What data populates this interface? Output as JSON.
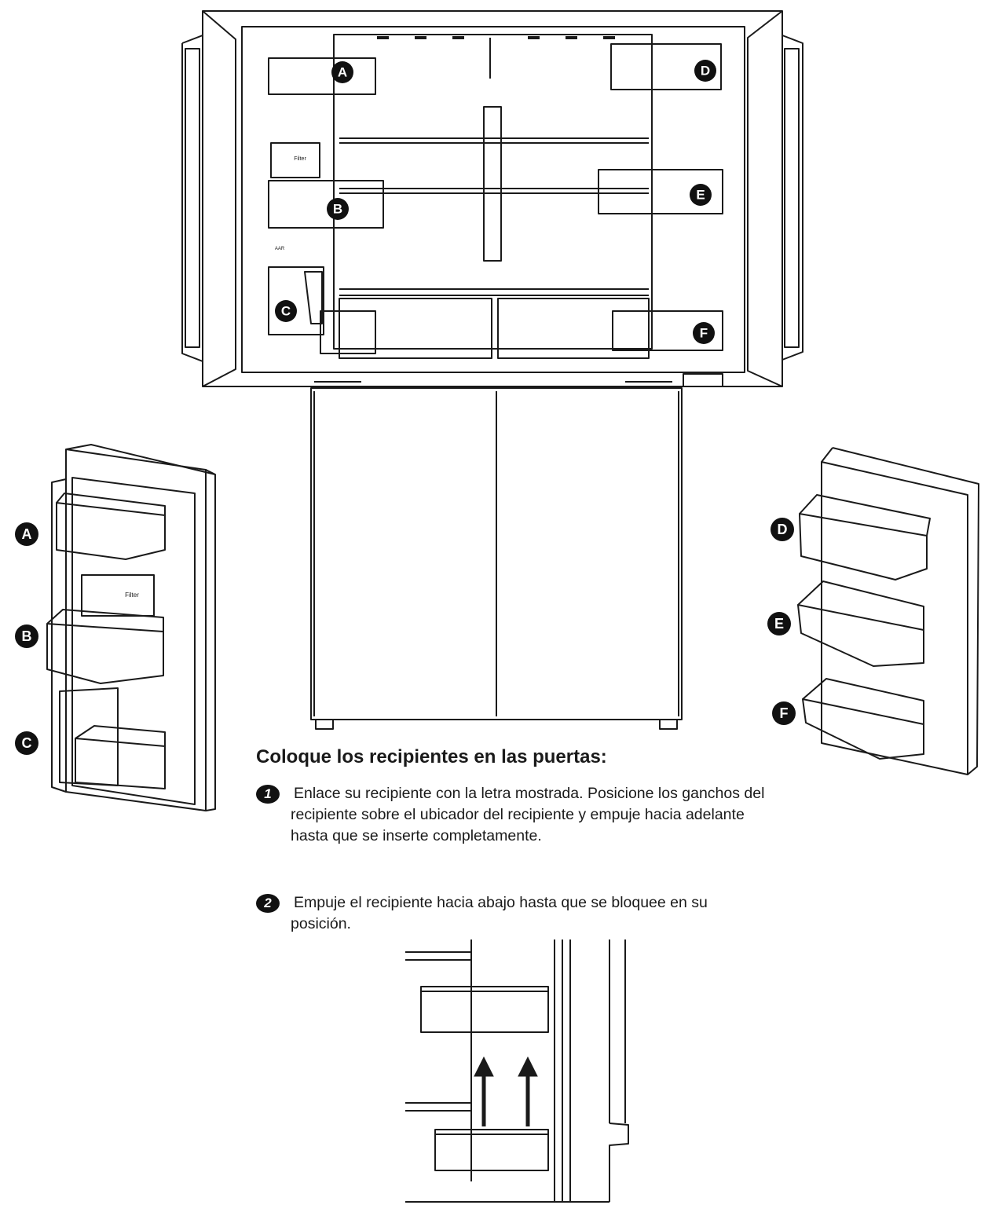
{
  "labels": {
    "a": "A",
    "b": "B",
    "c": "C",
    "d": "D",
    "e": "E",
    "f": "F"
  },
  "fridge_marks": {
    "filter_label_top": "Filter",
    "filter_label_door": "Filter",
    "small_tag": "AAR"
  },
  "instructions": {
    "heading": "Coloque los recipientes en las puertas:",
    "steps": [
      {
        "number": "1",
        "text": "Enlace su recipiente con la letra mostrada. Posicione los ganchos del recipiente sobre el ubicador del recipiente y empuje hacia adelante hasta que se inserte completamente."
      },
      {
        "number": "2",
        "text": "Empuje el recipiente hacia abajo hasta que se bloquee en su posición."
      }
    ]
  },
  "colors": {
    "line": "#1a1a1a",
    "badge": "#111111",
    "background": "#ffffff"
  }
}
